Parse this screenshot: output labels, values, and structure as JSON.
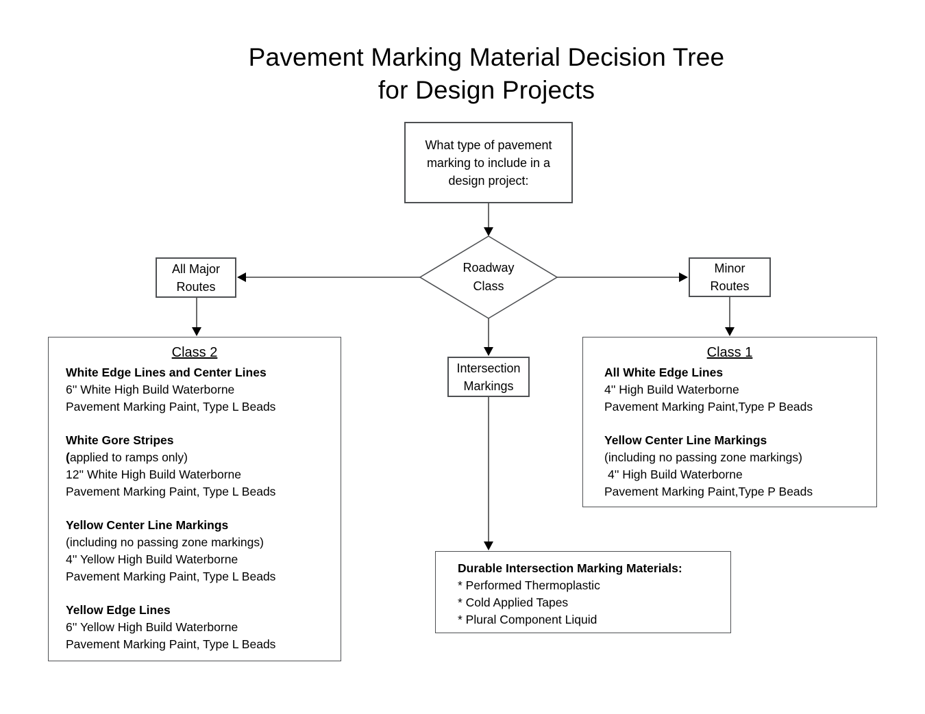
{
  "title": "Pavement Marking Material Decision Tree\nfor Design Projects",
  "question_box": {
    "text": "What type of pavement\nmarking to include in a\ndesign project:"
  },
  "decision": {
    "label": "Roadway\nClass"
  },
  "major_routes": {
    "label": "All Major\nRoutes"
  },
  "minor_routes": {
    "label": "Minor\nRoutes"
  },
  "intersection": {
    "label": "Intersection\nMarkings"
  },
  "class2": {
    "header": "Class 2",
    "sections": [
      {
        "title": "White Edge Lines and Center Lines",
        "lines": [
          "6'' White High Build Waterborne",
          "Pavement Marking Paint, Type L Beads"
        ]
      },
      {
        "title": "White Gore Stripes",
        "paren_bold": "(",
        "paren_rest": "applied to ramps only)",
        "lines": [
          "12'' White High Build Waterborne",
          "Pavement Marking Paint, Type L Beads"
        ]
      },
      {
        "title": "Yellow Center Line Markings",
        "lines": [
          "(including no passing zone markings)",
          "4'' Yellow High Build Waterborne",
          "Pavement Marking Paint, Type L Beads"
        ]
      },
      {
        "title": "Yellow Edge Lines",
        "lines": [
          "6'' Yellow High Build Waterborne",
          "Pavement Marking Paint, Type L Beads"
        ]
      }
    ]
  },
  "class1": {
    "header": "Class 1",
    "sections": [
      {
        "title": "All White Edge Lines",
        "lines": [
          "4'' High Build Waterborne",
          "Pavement Marking Paint,Type P Beads"
        ]
      },
      {
        "title": "Yellow Center Line Markings",
        "lines": [
          "(including no passing zone markings)",
          "4'' High Build Waterborne",
          "Pavement Marking Paint,Type P Beads"
        ]
      }
    ]
  },
  "durable": {
    "title": "Durable Intersection Marking Materials:",
    "items": [
      "* Performed Thermoplastic",
      "* Cold Applied Tapes",
      "* Plural Component Liquid"
    ]
  },
  "colors": {
    "background": "#ffffff",
    "border": "#4d4f52",
    "connector_line": "#5a5a5a",
    "arrowhead": "#000000",
    "text": "#000000"
  }
}
